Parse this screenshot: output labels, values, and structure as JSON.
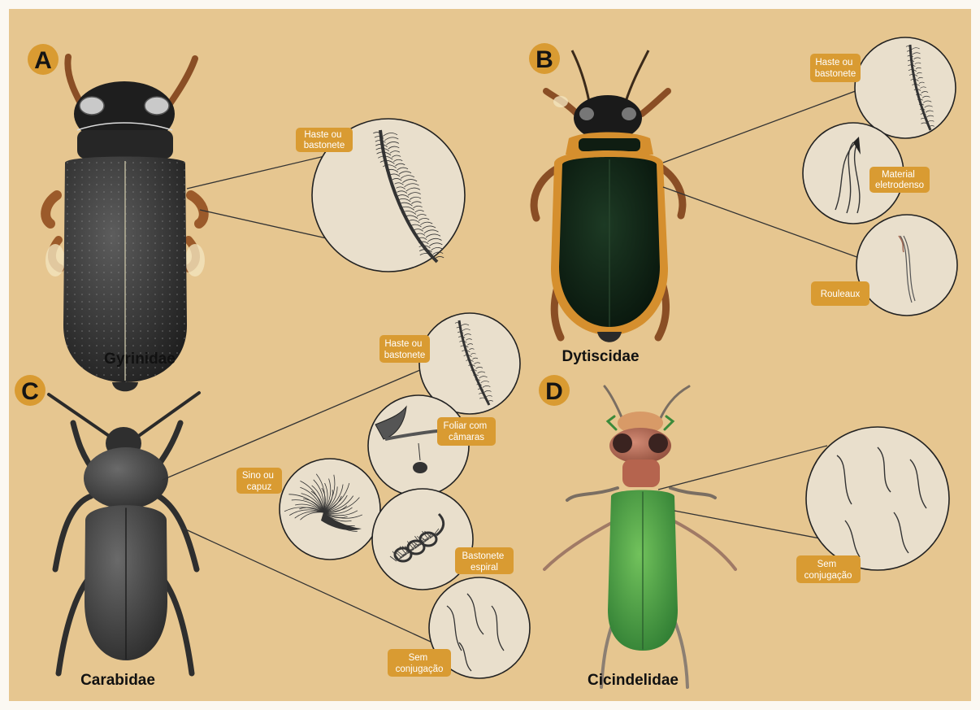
{
  "colors": {
    "background": "#e6c690",
    "frame": "#fbf8f2",
    "tag_fill": "#d99b32",
    "circle_fill": "#e9dfcc",
    "leader_line": "#333333"
  },
  "panels": {
    "A": {
      "letter": "A",
      "family": "Gyrinidae",
      "tags": [
        {
          "lines": [
            "Haste ou",
            "bastonete"
          ]
        }
      ]
    },
    "B": {
      "letter": "B",
      "family": "Dytiscidae",
      "tags": [
        {
          "lines": [
            "Haste ou",
            "bastonete"
          ]
        },
        {
          "lines": [
            "Material",
            "eletrodenso"
          ]
        },
        {
          "lines": [
            "Rouleaux"
          ]
        }
      ]
    },
    "C": {
      "letter": "C",
      "family": "Carabidae",
      "tags": [
        {
          "lines": [
            "Haste ou",
            "bastonete"
          ]
        },
        {
          "lines": [
            "Foliar com",
            "câmaras"
          ]
        },
        {
          "lines": [
            "Sino ou",
            "capuz"
          ]
        },
        {
          "lines": [
            "Bastonete",
            "espiral"
          ]
        },
        {
          "lines": [
            "Sem",
            "conjugação"
          ]
        }
      ]
    },
    "D": {
      "letter": "D",
      "family": "Cicindelidae",
      "tags": [
        {
          "lines": [
            "Sem",
            "conjugação"
          ]
        }
      ]
    }
  }
}
